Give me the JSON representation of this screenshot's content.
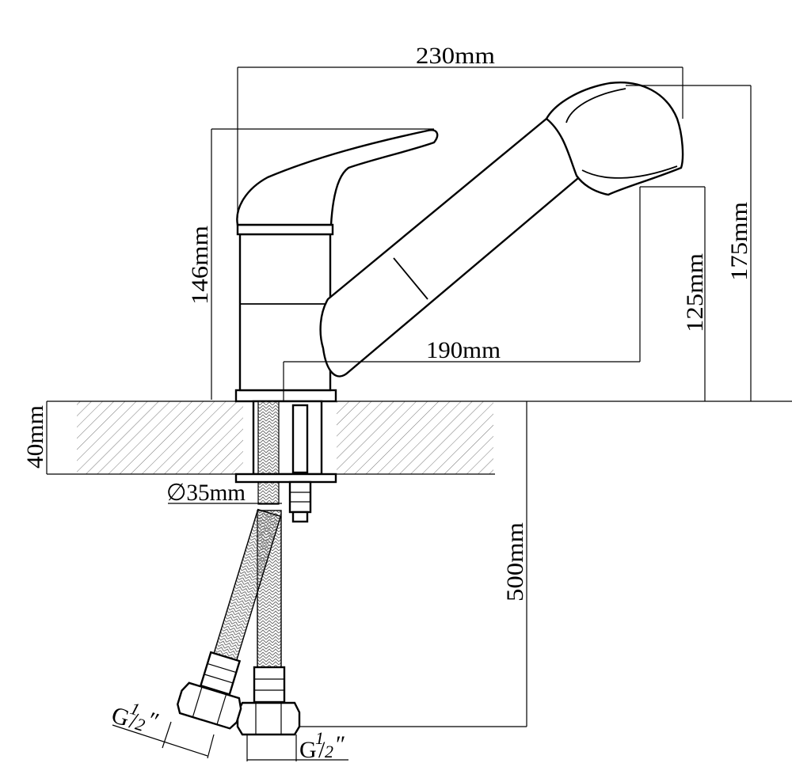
{
  "dimensions": {
    "width_total": "230mm",
    "height_handle": "146mm",
    "height_total": "175mm",
    "height_spout": "125mm",
    "reach": "190mm",
    "counter_thickness": "40mm",
    "hole_diameter": "∅35mm",
    "hose_length": "500mm"
  },
  "connections": {
    "thread_left": {
      "prefix": "G",
      "num": "1",
      "den": "2",
      "suffix": "″"
    },
    "thread_right": {
      "prefix": "G",
      "num": "1",
      "den": "2",
      "suffix": "″"
    }
  }
}
